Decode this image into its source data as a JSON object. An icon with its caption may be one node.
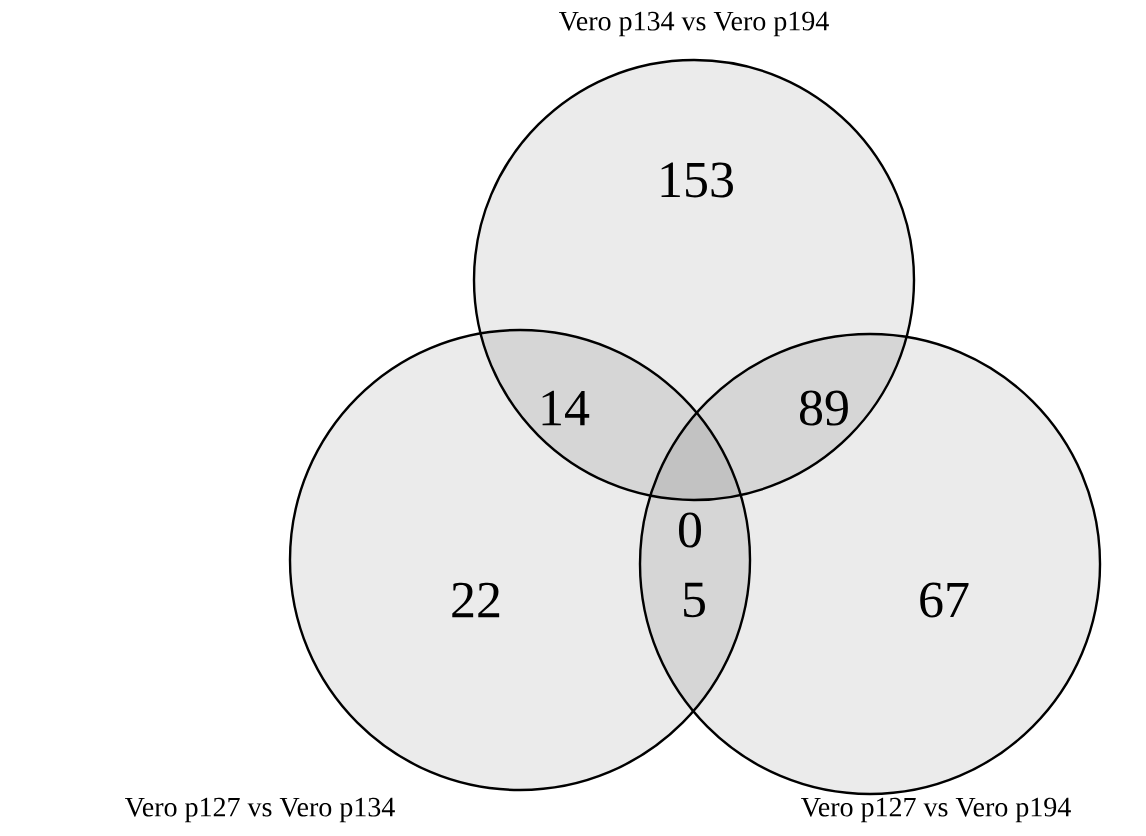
{
  "diagram": {
    "nodes": [
      {
        "text": [
          "Vero p134 vs Vero p194"
        ]
      },
      {
        "text": [
          "Vero p127 vs Vero p134"
        ]
      },
      {
        "text": [
          "Vero p127 vs Vero p194"
        ]
      }
    ],
    "edges": [],
    "labels": [
      "153",
      "14",
      "89",
      "0",
      "22",
      "5",
      "67"
    ]
  }
}
